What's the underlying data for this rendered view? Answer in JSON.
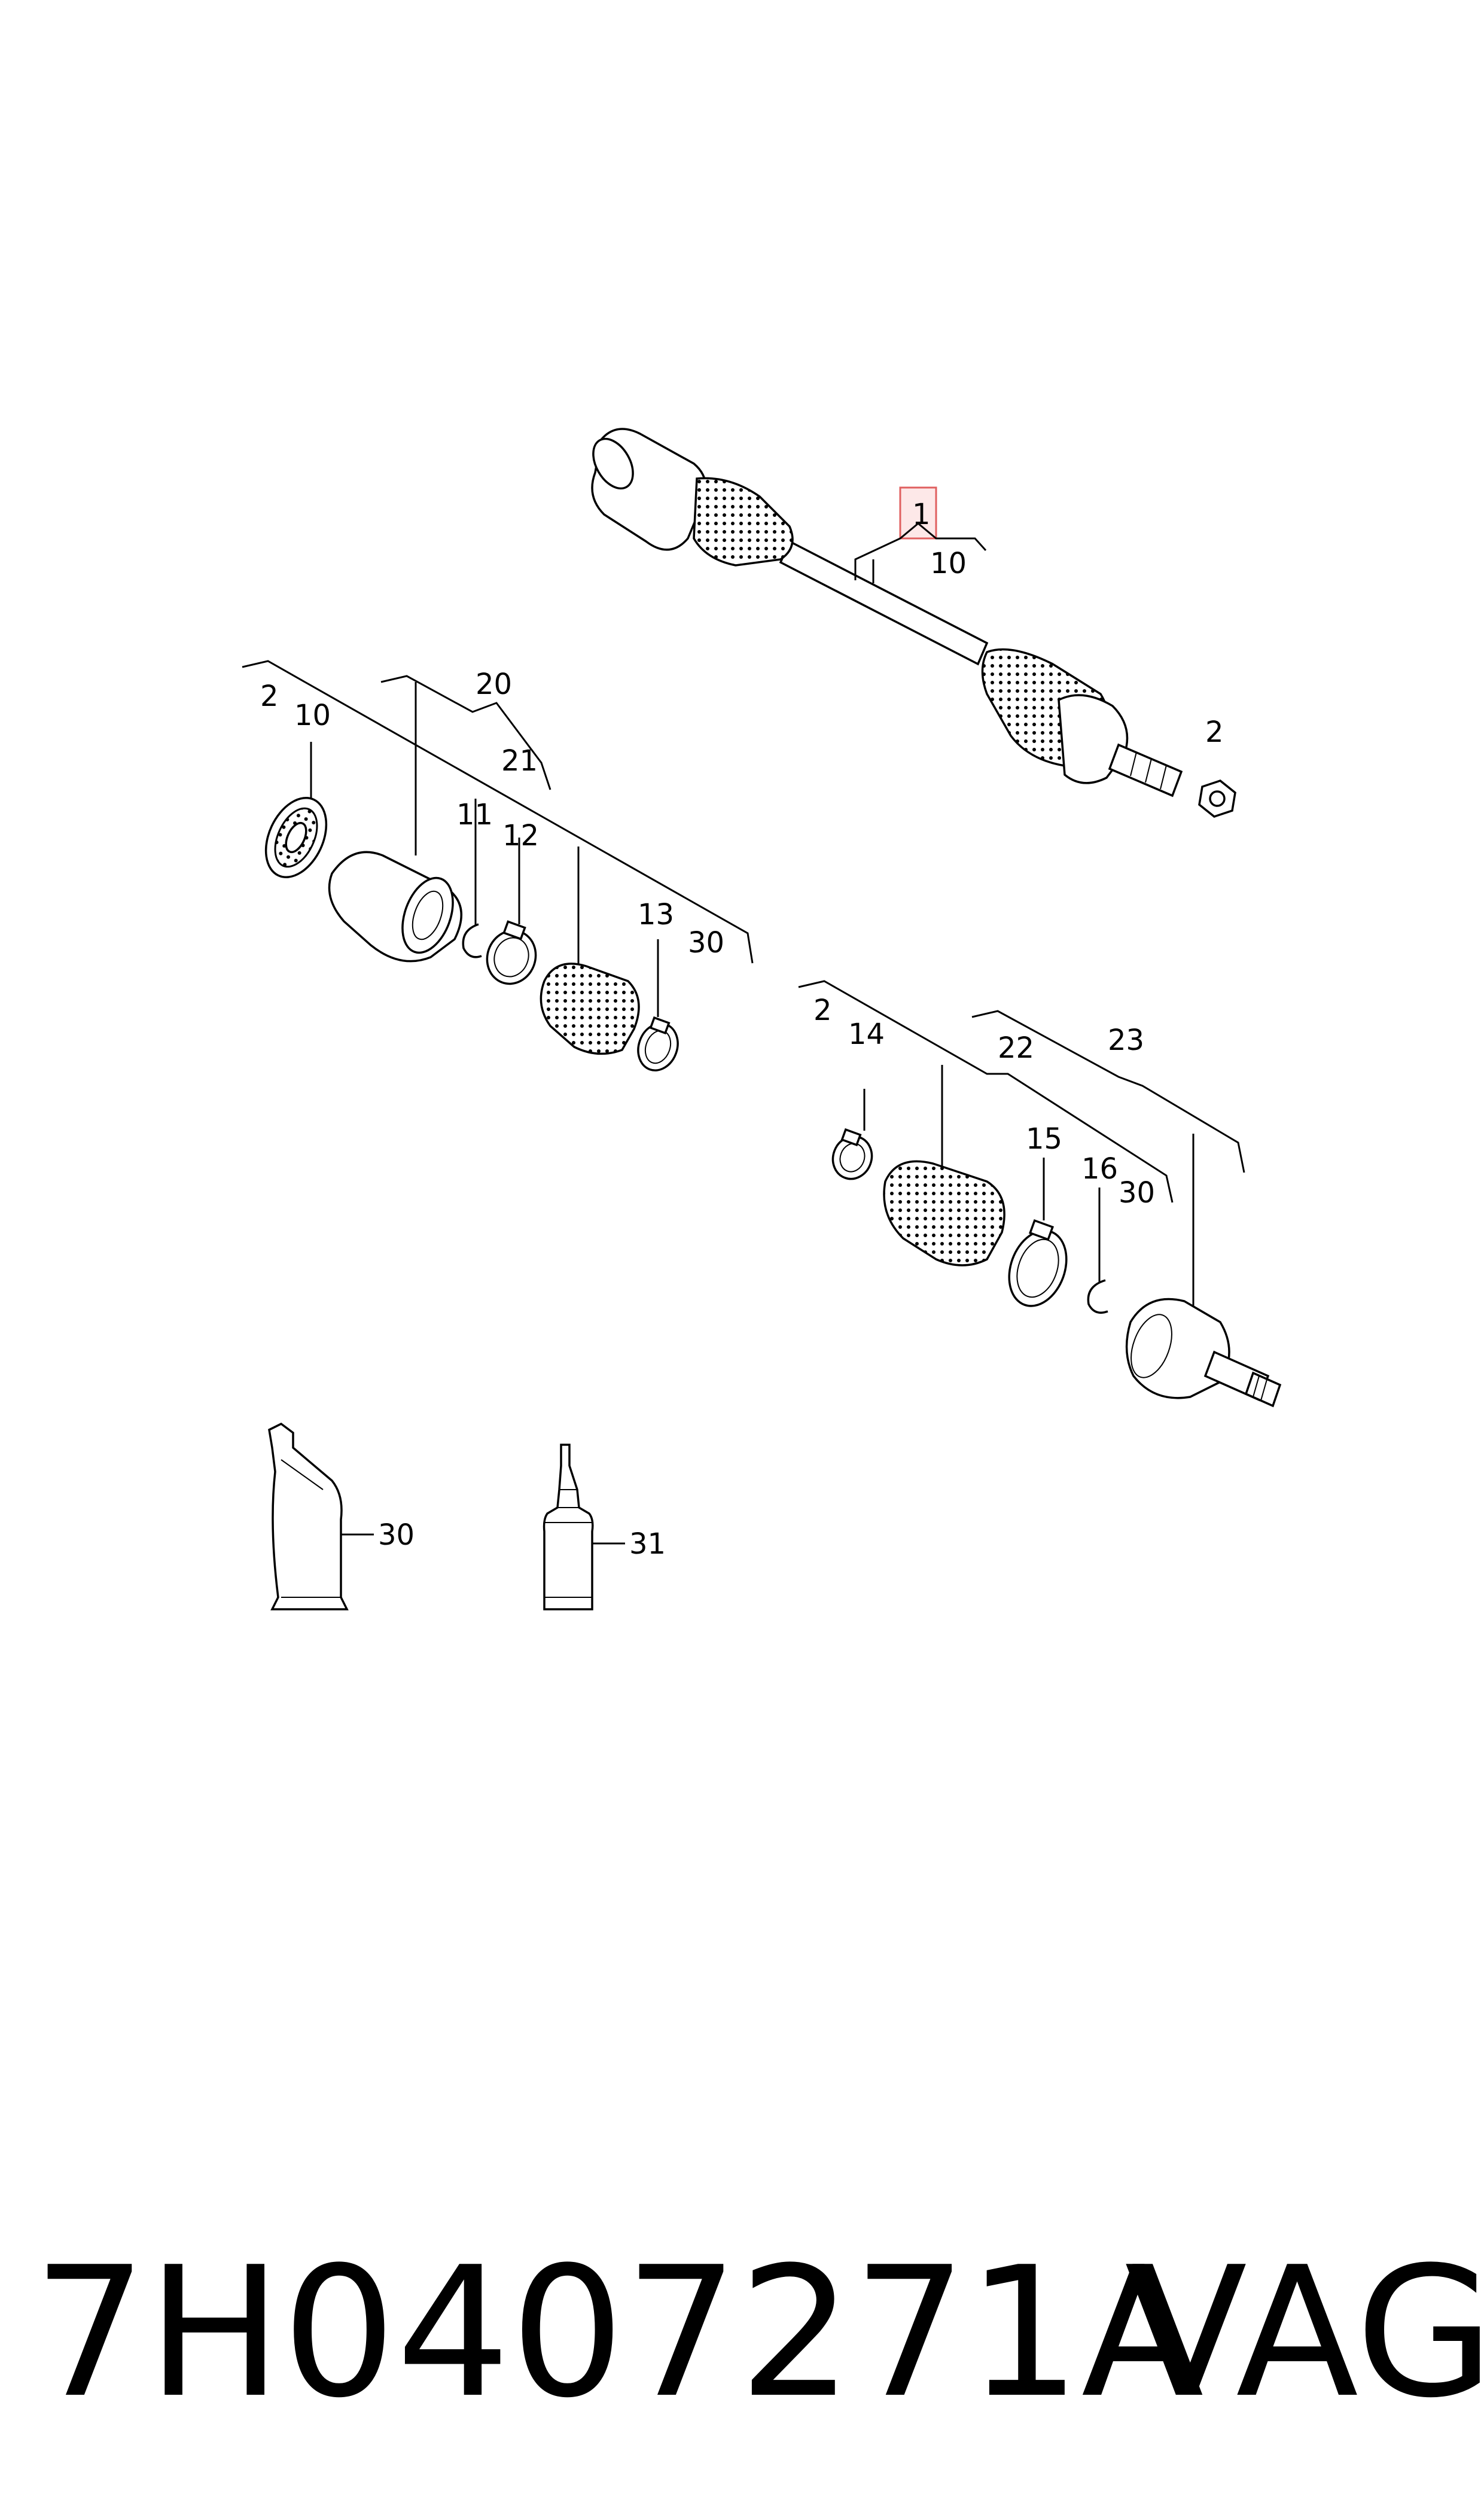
{
  "labels": {
    "l1": "1",
    "l10a": "10",
    "l2a": "2",
    "l10b": "10",
    "l20": "20",
    "l21": "21",
    "l11": "11",
    "l12": "12",
    "l13": "13",
    "l30a": "30",
    "l2b": "2",
    "l2c": "2",
    "l14": "14",
    "l22": "22",
    "l23": "23",
    "l15": "15",
    "l16": "16",
    "l30b": "30",
    "l30c": "30",
    "l31": "31"
  },
  "footer": {
    "part_number": "7H0407271A",
    "brand": "VAG"
  },
  "colors": {
    "highlight_fill": "#fde8e8",
    "highlight_stroke": "#e06060"
  }
}
